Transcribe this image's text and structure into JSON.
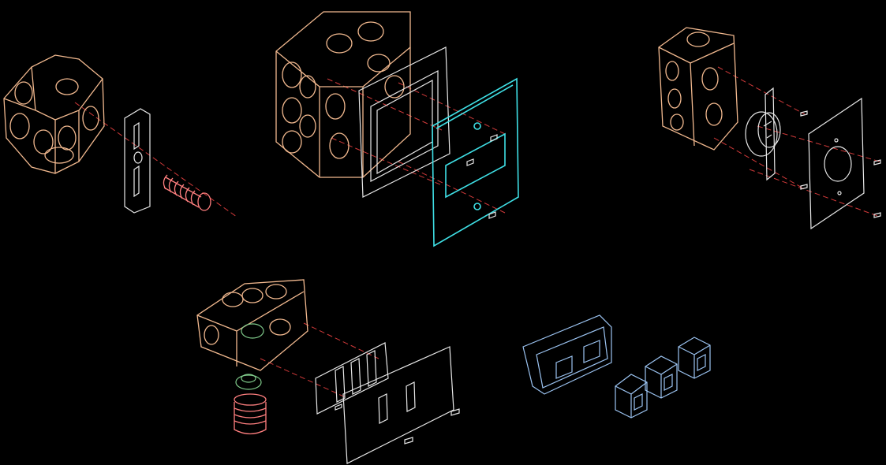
{
  "drawing": {
    "background": "#000000",
    "colors": {
      "box_outline": "#f2b98f",
      "plate_outline": "#e8e8e8",
      "cover_plate": "#3fe0e6",
      "centerline": "#d23a3a",
      "conduit_coil": "#ff7f7f",
      "locknut": "#7fc98a",
      "data_outlet": "#9cc4f2"
    },
    "assemblies": [
      "octagonal-box-assembly",
      "square-box-assembly",
      "device-box-receptacle-assembly",
      "handy-box-switch-assembly",
      "data-outlet-modules"
    ]
  }
}
